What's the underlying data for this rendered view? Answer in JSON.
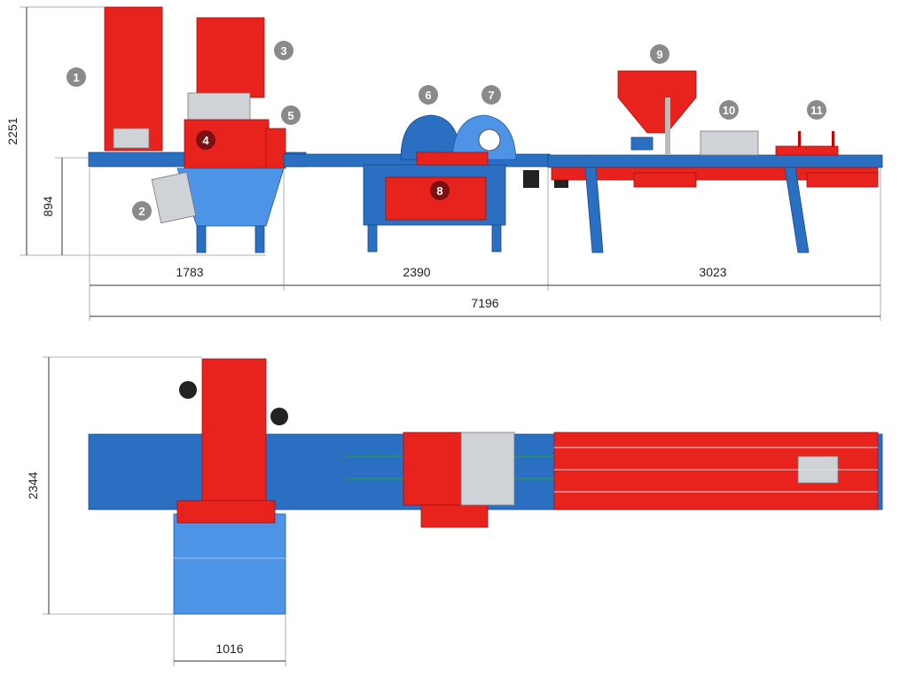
{
  "side_view": {
    "dimensions": {
      "total_height": "2251",
      "conveyor_height": "894",
      "section_1_length": "1783",
      "section_2_length": "2390",
      "section_3_length": "3023",
      "total_length": "7196"
    },
    "callouts": [
      "1",
      "2",
      "3",
      "4",
      "5",
      "6",
      "7",
      "8",
      "9",
      "10",
      "11"
    ]
  },
  "top_view": {
    "dimensions": {
      "total_width": "2344",
      "hopper_width": "1016"
    }
  },
  "colors": {
    "machine_red": "#e8231e",
    "machine_blue": "#2b6fc2",
    "callout_gray": "#8a8a8a"
  }
}
